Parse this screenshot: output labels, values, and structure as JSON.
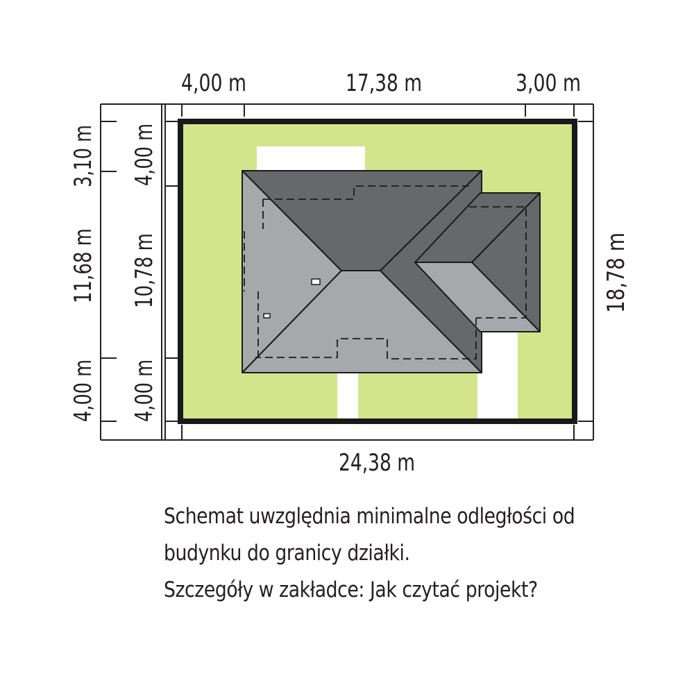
{
  "diagram": {
    "top_dims": [
      "4,00 m",
      "17,38 m",
      "3,00 m"
    ],
    "bottom_dim": "24,38 m",
    "right_dim": "18,78 m",
    "left_outer_dims": [
      "3,10 m",
      "11,68 m",
      "4,00 m"
    ],
    "left_inner_dims": [
      "4,00 m",
      "10,78 m",
      "4,00 m"
    ],
    "colors": {
      "plot": "#d4e48b",
      "boundary": "#1a1a1a",
      "roof_dark": "#67686b",
      "roof_light": "#a7a8ab",
      "white": "#ffffff",
      "line": "#231f20"
    }
  },
  "caption": {
    "lines": [
      "Schemat uwzględnia minimalne odległości od",
      "budynku do granicy działki.",
      "Szczegóły w zakładce: Jak czytać projekt?"
    ]
  }
}
